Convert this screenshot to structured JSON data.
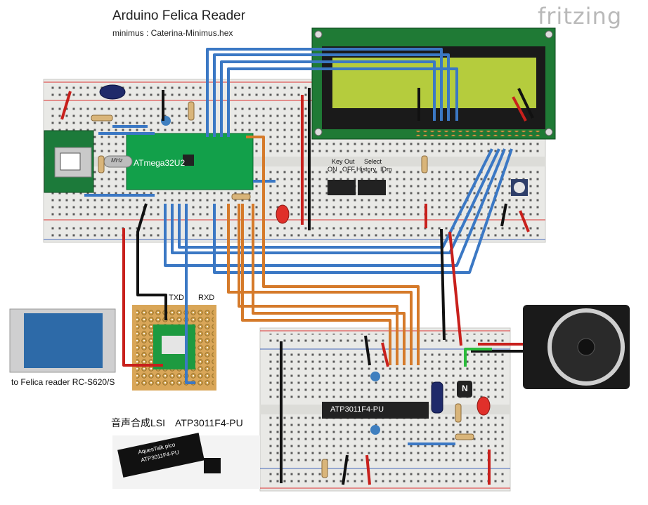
{
  "header": {
    "title": "Arduino Felica Reader",
    "subtitle": "minimus : Caterina-Minimus.hex",
    "brand": "fritzing"
  },
  "components": {
    "mcu_label": "ATmega32U2",
    "crystal_label": "MHz",
    "tts_label": "ATP3011F4-PU",
    "switch_keyout": {
      "title": "Key Out",
      "on": "ON",
      "off": "OFF"
    },
    "switch_select": {
      "title": "Select",
      "history": "History",
      "idm": "IDm"
    },
    "transistor_label": "N",
    "txd_label": "TXD",
    "rxd_label": "RXD",
    "chip_print_line1": "AquesTalk pico",
    "chip_print_line2": "ATP3011F4-PU"
  },
  "captions": {
    "felica": "to Felica reader RC-S620/S",
    "lsi": "音声合成LSI　ATP3011F4-PU"
  },
  "colors": {
    "wire_blue": "#3b78c4",
    "wire_orange": "#d57a2a",
    "wire_red": "#c8201c",
    "wire_black": "#111111",
    "wire_green": "#2bbb3b",
    "breadboard": "#e9e9e6",
    "pcb_green": "#1c7a3a",
    "lcd_green": "#b5cc3d"
  }
}
